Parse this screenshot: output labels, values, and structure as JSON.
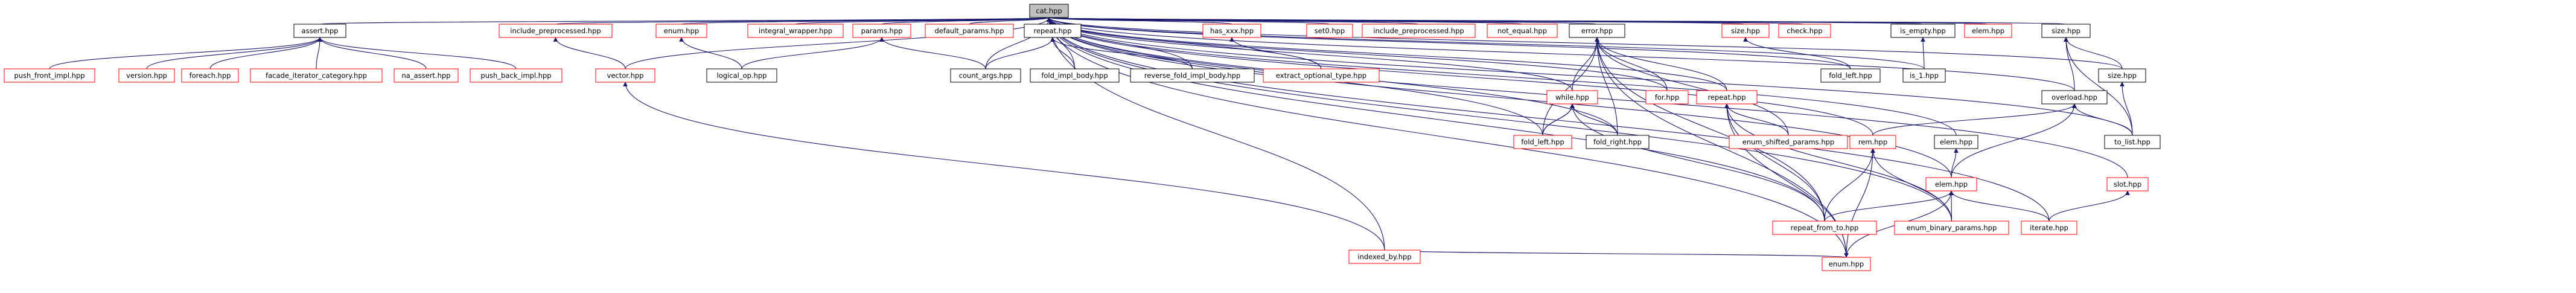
{
  "graph": {
    "colors": {
      "edge": "#191970",
      "root_fill": "#bfbfbf",
      "black": "#000000",
      "red": "#ff0000",
      "text": "#000000"
    },
    "nodes": [
      {
        "id": "cat",
        "label": "cat.hpp",
        "color": "root"
      },
      {
        "id": "assert",
        "label": "assert.hpp",
        "color": "black"
      },
      {
        "id": "push_front_impl",
        "label": "push_front_impl.hpp",
        "color": "red"
      },
      {
        "id": "version",
        "label": "version.hpp",
        "color": "red"
      },
      {
        "id": "foreach",
        "label": "foreach.hpp",
        "color": "red"
      },
      {
        "id": "facade_iterator_category",
        "label": "facade_iterator_category.hpp",
        "color": "red"
      },
      {
        "id": "na_assert",
        "label": "na_assert.hpp",
        "color": "red"
      },
      {
        "id": "push_back_impl",
        "label": "push_back_impl.hpp",
        "color": "red"
      },
      {
        "id": "include_preprocessed_1",
        "label": "include_preprocessed.hpp",
        "color": "red"
      },
      {
        "id": "vector",
        "label": "vector.hpp",
        "color": "red"
      },
      {
        "id": "enum_1",
        "label": "enum.hpp",
        "color": "red"
      },
      {
        "id": "logical_op",
        "label": "logical_op.hpp",
        "color": "black"
      },
      {
        "id": "integral_wrapper",
        "label": "integral_wrapper.hpp",
        "color": "red"
      },
      {
        "id": "params",
        "label": "params.hpp",
        "color": "red"
      },
      {
        "id": "default_params",
        "label": "default_params.hpp",
        "color": "red"
      },
      {
        "id": "repeat_1",
        "label": "repeat.hpp",
        "color": "black"
      },
      {
        "id": "count_args",
        "label": "count_args.hpp",
        "color": "black"
      },
      {
        "id": "fold_impl_body",
        "label": "fold_impl_body.hpp",
        "color": "black"
      },
      {
        "id": "reverse_fold_impl_body",
        "label": "reverse_fold_impl_body.hpp",
        "color": "black"
      },
      {
        "id": "has_xxx",
        "label": "has_xxx.hpp",
        "color": "red"
      },
      {
        "id": "extract_optional_type",
        "label": "extract_optional_type.hpp",
        "color": "red"
      },
      {
        "id": "set0",
        "label": "set0.hpp",
        "color": "red"
      },
      {
        "id": "include_preprocessed_2",
        "label": "include_preprocessed.hpp",
        "color": "red"
      },
      {
        "id": "not_equal",
        "label": "not_equal.hpp",
        "color": "red"
      },
      {
        "id": "error",
        "label": "error.hpp",
        "color": "black"
      },
      {
        "id": "while",
        "label": "while.hpp",
        "color": "red"
      },
      {
        "id": "fold_left_1",
        "label": "fold_left.hpp",
        "color": "red"
      },
      {
        "id": "fold_right",
        "label": "fold_right.hpp",
        "color": "black"
      },
      {
        "id": "for",
        "label": "for.hpp",
        "color": "red"
      },
      {
        "id": "repeat_2",
        "label": "repeat.hpp",
        "color": "red"
      },
      {
        "id": "enum_shifted_params",
        "label": "enum_shifted_params.hpp",
        "color": "red"
      },
      {
        "id": "size_1",
        "label": "size.hpp",
        "color": "red"
      },
      {
        "id": "check",
        "label": "check.hpp",
        "color": "red"
      },
      {
        "id": "fold_left_2",
        "label": "fold_left.hpp",
        "color": "black"
      },
      {
        "id": "is_empty",
        "label": "is_empty.hpp",
        "color": "black"
      },
      {
        "id": "is_1",
        "label": "is_1.hpp",
        "color": "black"
      },
      {
        "id": "elem_1",
        "label": "elem.hpp",
        "color": "red"
      },
      {
        "id": "size_2",
        "label": "size.hpp",
        "color": "black"
      },
      {
        "id": "size_3",
        "label": "size.hpp",
        "color": "black"
      },
      {
        "id": "overload",
        "label": "overload.hpp",
        "color": "black"
      },
      {
        "id": "to_list",
        "label": "to_list.hpp",
        "color": "black"
      },
      {
        "id": "rem",
        "label": "rem.hpp",
        "color": "red"
      },
      {
        "id": "elem_2",
        "label": "elem.hpp",
        "color": "black"
      },
      {
        "id": "elem_3",
        "label": "elem.hpp",
        "color": "red"
      },
      {
        "id": "repeat_from_to",
        "label": "repeat_from_to.hpp",
        "color": "red"
      },
      {
        "id": "enum_2",
        "label": "enum.hpp",
        "color": "red"
      },
      {
        "id": "enum_binary_params",
        "label": "enum_binary_params.hpp",
        "color": "red"
      },
      {
        "id": "iterate",
        "label": "iterate.hpp",
        "color": "red"
      },
      {
        "id": "slot",
        "label": "slot.hpp",
        "color": "red"
      },
      {
        "id": "indexed_by",
        "label": "indexed_by.hpp",
        "color": "red"
      }
    ],
    "edges": [
      [
        "cat",
        "assert"
      ],
      [
        "assert",
        "push_front_impl"
      ],
      [
        "assert",
        "version"
      ],
      [
        "assert",
        "foreach"
      ],
      [
        "assert",
        "facade_iterator_category"
      ],
      [
        "assert",
        "na_assert"
      ],
      [
        "assert",
        "push_back_impl"
      ],
      [
        "cat",
        "include_preprocessed_1"
      ],
      [
        "include_preprocessed_1",
        "vector"
      ],
      [
        "cat",
        "vector"
      ],
      [
        "vector",
        "indexed_by"
      ],
      [
        "cat",
        "indexed_by"
      ],
      [
        "cat",
        "enum_1"
      ],
      [
        "enum_1",
        "logical_op"
      ],
      [
        "cat",
        "integral_wrapper"
      ],
      [
        "cat",
        "params"
      ],
      [
        "params",
        "logical_op"
      ],
      [
        "params",
        "count_args"
      ],
      [
        "cat",
        "default_params"
      ],
      [
        "cat",
        "repeat_1"
      ],
      [
        "repeat_1",
        "count_args"
      ],
      [
        "repeat_1",
        "fold_impl_body"
      ],
      [
        "repeat_1",
        "reverse_fold_impl_body"
      ],
      [
        "cat",
        "count_args"
      ],
      [
        "cat",
        "fold_impl_body"
      ],
      [
        "cat",
        "reverse_fold_impl_body"
      ],
      [
        "cat",
        "has_xxx"
      ],
      [
        "has_xxx",
        "extract_optional_type"
      ],
      [
        "cat",
        "extract_optional_type"
      ],
      [
        "cat",
        "set0"
      ],
      [
        "cat",
        "include_preprocessed_2"
      ],
      [
        "cat",
        "not_equal"
      ],
      [
        "cat",
        "error"
      ],
      [
        "error",
        "while"
      ],
      [
        "error",
        "fold_left_1"
      ],
      [
        "error",
        "fold_right"
      ],
      [
        "error",
        "for"
      ],
      [
        "error",
        "repeat_2"
      ],
      [
        "error",
        "enum_shifted_params"
      ],
      [
        "error",
        "repeat_from_to"
      ],
      [
        "error",
        "enum_2"
      ],
      [
        "cat",
        "while"
      ],
      [
        "while",
        "fold_left_1"
      ],
      [
        "fold_left_1",
        "while"
      ],
      [
        "while",
        "fold_right"
      ],
      [
        "fold_right",
        "while"
      ],
      [
        "while",
        "repeat_from_to"
      ],
      [
        "cat",
        "fold_left_1"
      ],
      [
        "cat",
        "fold_right"
      ],
      [
        "cat",
        "for"
      ],
      [
        "cat",
        "repeat_2"
      ],
      [
        "repeat_2",
        "enum_shifted_params"
      ],
      [
        "repeat_2",
        "repeat_from_to"
      ],
      [
        "repeat_2",
        "enum_2"
      ],
      [
        "repeat_2",
        "enum_binary_params"
      ],
      [
        "cat",
        "repeat_from_to"
      ],
      [
        "cat",
        "size_1"
      ],
      [
        "size_1",
        "fold_left_2"
      ],
      [
        "cat",
        "check"
      ],
      [
        "cat",
        "fold_left_2"
      ],
      [
        "cat",
        "is_empty"
      ],
      [
        "is_empty",
        "is_1"
      ],
      [
        "cat",
        "is_1"
      ],
      [
        "cat",
        "elem_1"
      ],
      [
        "cat",
        "size_2"
      ],
      [
        "size_2",
        "overload"
      ],
      [
        "size_2",
        "size_3"
      ],
      [
        "size_2",
        "to_list"
      ],
      [
        "cat",
        "size_3"
      ],
      [
        "size_3",
        "to_list"
      ],
      [
        "cat",
        "overload"
      ],
      [
        "overload",
        "rem"
      ],
      [
        "overload",
        "elem_3"
      ],
      [
        "overload",
        "to_list"
      ],
      [
        "cat",
        "to_list"
      ],
      [
        "cat",
        "rem"
      ],
      [
        "rem",
        "repeat_from_to"
      ],
      [
        "rem",
        "enum_2"
      ],
      [
        "rem",
        "enum_binary_params"
      ],
      [
        "cat",
        "elem_2"
      ],
      [
        "elem_2",
        "elem_3"
      ],
      [
        "cat",
        "elem_3"
      ],
      [
        "elem_3",
        "repeat_from_to"
      ],
      [
        "elem_3",
        "enum_2"
      ],
      [
        "elem_3",
        "enum_binary_params"
      ],
      [
        "elem_3",
        "iterate"
      ],
      [
        "cat",
        "enum_2"
      ],
      [
        "cat",
        "enum_binary_params"
      ],
      [
        "cat",
        "iterate"
      ],
      [
        "cat",
        "slot"
      ],
      [
        "slot",
        "iterate"
      ],
      [
        "enum_2",
        "indexed_by"
      ]
    ]
  }
}
